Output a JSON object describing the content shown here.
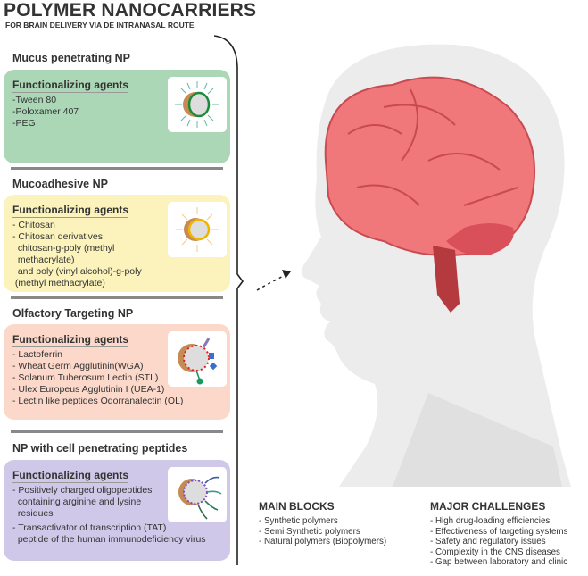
{
  "header": {
    "title": "POLYMER NANOCARRIERS",
    "subtitle": "FOR BRAIN DELIVERY VIA DE INTRANASAL ROUTE"
  },
  "sections": [
    {
      "title": "Mucus penetrating NP",
      "agents_label": "Functionalizing agents",
      "items": [
        "-Tween 80",
        "-Poloxamer 407",
        "-PEG"
      ],
      "color": "#acd7b7"
    },
    {
      "title": "Mucoadhesive NP",
      "agents_label": "Functionalizing agents",
      "items": [
        "- Chitosan",
        "- Chitosan derivatives:",
        "  chitosan-g-poly (methyl",
        "  methacrylate)",
        "  and poly (vinyl alcohol)-g-poly",
        " (methyl methacrylate)"
      ],
      "color": "#fbf3bb"
    },
    {
      "title": "Olfactory Targeting NP",
      "agents_label": "Functionalizing agents",
      "items": [
        "- Lactoferrin",
        "- Wheat Germ Agglutinin(WGA)",
        "- Solanum Tuberosum Lectin (STL)",
        "- Ulex Europeus Agglutinin I (UEA-1)",
        "- Lectin like peptides Odorranalectin (OL)"
      ],
      "color": "#fbd8c9"
    },
    {
      "title": "NP with cell penetrating peptides",
      "agents_label": "Functionalizing agents",
      "items": [
        "- Positively charged oligopeptides",
        "  containing arginine and lysine",
        "  residues",
        "- Transactivator of transcription (TAT)",
        "  peptide of the human immunodeficiency virus"
      ],
      "color": "#d0c8e8"
    }
  ],
  "main_blocks": {
    "title": "MAIN BLOCKS",
    "items": [
      "- Synthetic polymers",
      "- Semi Synthetic polymers",
      "- Natural polymers (Biopolymers)"
    ]
  },
  "major_challenges": {
    "title": "MAJOR CHALLENGES",
    "items": [
      "- High drug-loading efficiencies",
      "- Effectiveness of targeting systems",
      "- Safety and regulatory issues",
      "- Complexity in the CNS diseases",
      "- Gap between laboratory and clinic"
    ]
  }
}
